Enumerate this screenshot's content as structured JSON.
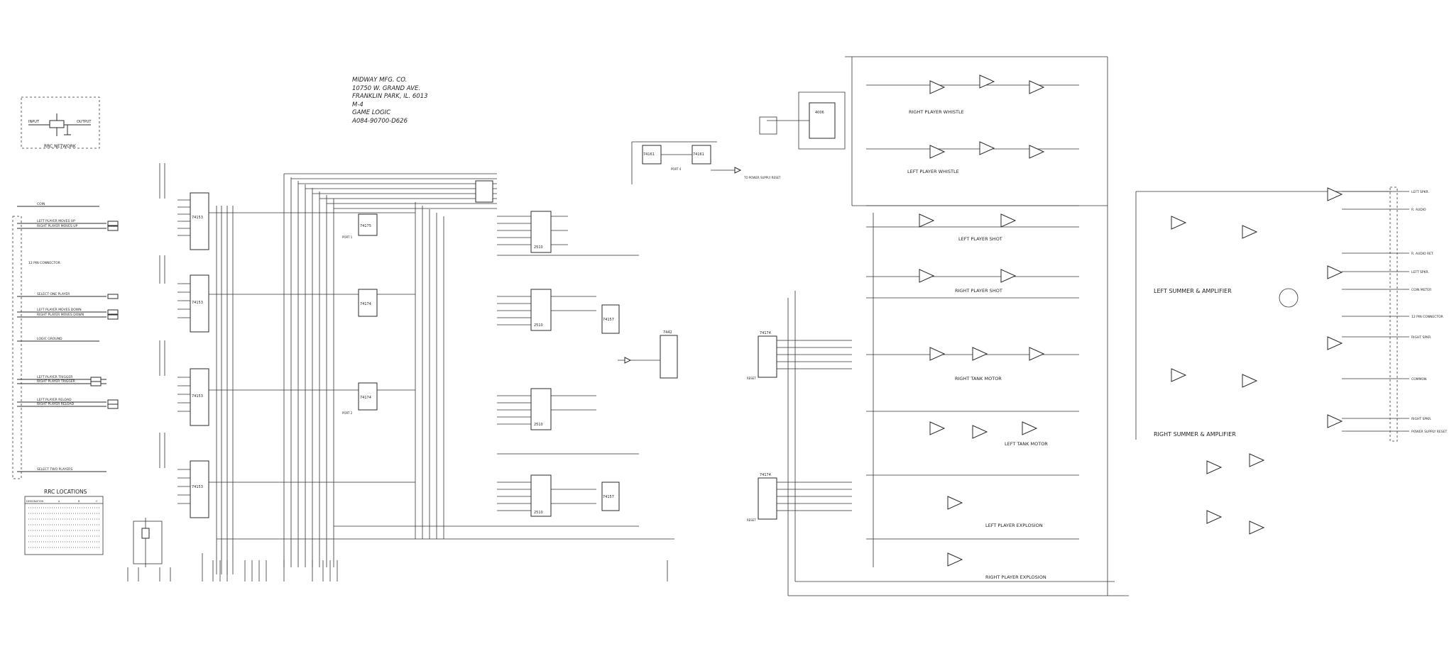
{
  "title_block": {
    "company": "MIDWAY MFG. CO.",
    "street": "10750 W. GRAND AVE.",
    "city": "FRANKLIN PARK, IL. 6013",
    "model": "M-4",
    "sheet": "GAME LOGIC",
    "drawing_no": "A084-90700-D626"
  },
  "rrc": {
    "network_label": "RRC NETWORK",
    "input_label": "INPUT",
    "output_label": "OUTPUT",
    "locations_title": "RRC LOCATIONS",
    "table_headers": [
      "DESIGNATION",
      "A",
      "B",
      "C"
    ]
  },
  "connector": {
    "label": "12 PIN CONNECTOR",
    "inputs": [
      "COIN",
      "LEFT PLAYER MOVES UP",
      "RIGHT PLAYER MOVES UP",
      "SELECT ONE PLAYER",
      "LEFT PLAYER MOVES DOWN",
      "RIGHT PLAYER MOVES DOWN",
      "LOGIC GROUND",
      "LEFT PLAYER TRIGGER",
      "RIGHT PLAYER TRIGGER",
      "LEFT PLAYER RELOAD",
      "RIGHT PLAYER RELOAD",
      "SELECT TWO PLAYERS"
    ]
  },
  "chips": {
    "mux": [
      "74153",
      "74153",
      "74153",
      "74153"
    ],
    "latch": [
      "74175",
      "74174",
      "74174"
    ],
    "ram": [
      "2510",
      "2510",
      "2510",
      "2510"
    ],
    "sel": [
      "74157",
      "74157"
    ],
    "counter": [
      "74161",
      "74161"
    ],
    "timer": "4006",
    "decoder": "7442",
    "port_latch": [
      "74174",
      "74174"
    ],
    "port_labels": [
      "PORT 1",
      "PORT 2",
      "PORT 4"
    ],
    "reset_label": "RESET",
    "power_reset": "TO POWER SUPPLY RESET"
  },
  "sound_blocks": [
    "RIGHT PLAYER WHISTLE",
    "LEFT PLAYER WHISTLE",
    "LEFT PLAYER SHOT",
    "RIGHT PLAYER SHOT",
    "RIGHT TANK MOTOR",
    "LEFT TANK MOTOR",
    "LEFT PLAYER EXPLOSION",
    "RIGHT PLAYER EXPLOSION",
    "LEFT SUMMER & AMPLIFIER",
    "RIGHT SUMMER & AMPLIFIER"
  ],
  "outputs": [
    "LEFT SPKR.",
    "R. AUDIO",
    "R. AUDIO RET.",
    "LEFT SPKR.",
    "COIN METER",
    "12 PIN CONNECTOR",
    "RIGHT SPKR.",
    "COMMON",
    "RIGHT SPKR.",
    "POWER SUPPLY RESET"
  ]
}
